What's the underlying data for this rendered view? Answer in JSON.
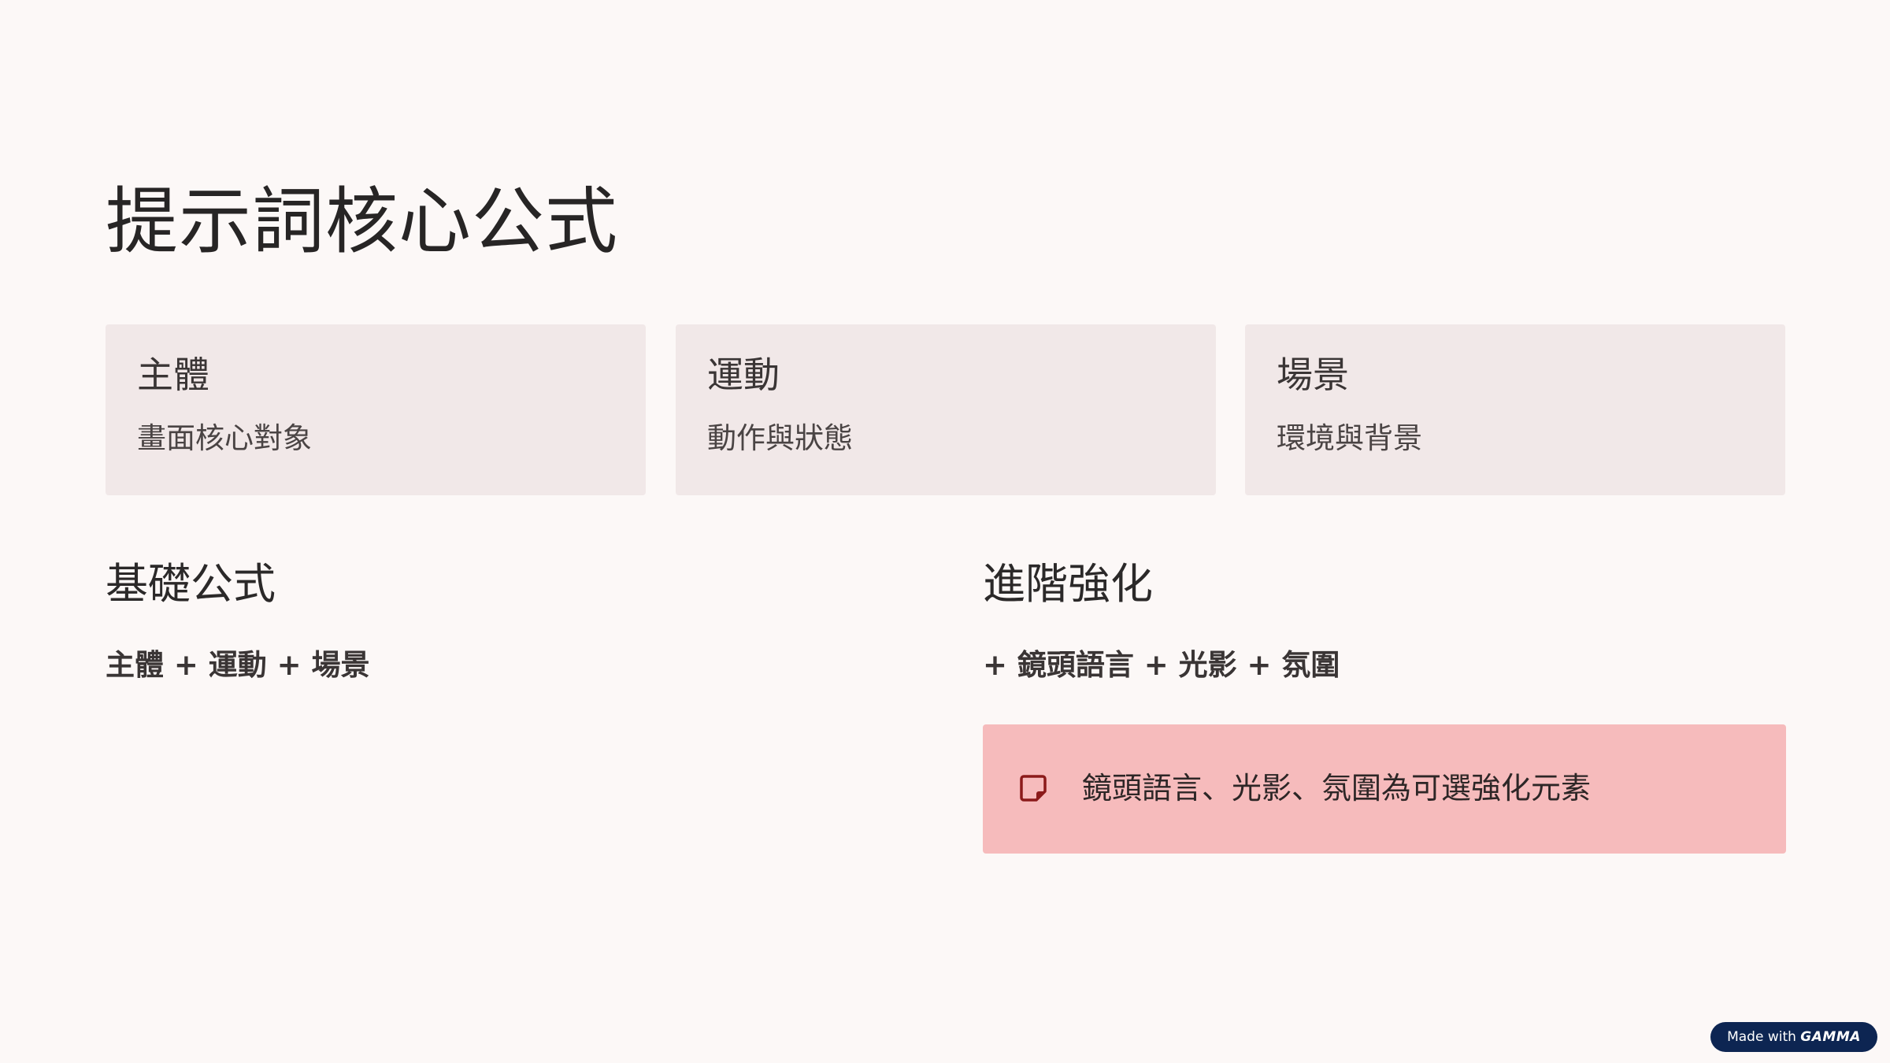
{
  "page": {
    "title": "提示詞核心公式"
  },
  "cards": [
    {
      "title": "主體",
      "description": "畫面核心對象"
    },
    {
      "title": "運動",
      "description": "動作與狀態"
    },
    {
      "title": "場景",
      "description": "環境與背景"
    }
  ],
  "basic": {
    "heading": "基礎公式",
    "formula": "主體 + 運動 + 場景"
  },
  "advanced": {
    "heading": "進階強化",
    "formula": "+ 鏡頭語言 + 光影 + 氛圍",
    "note": {
      "icon": "note-icon",
      "text": "鏡頭語言、光影、氛圍為可選強化元素"
    }
  },
  "badge": {
    "prefix": "Made with",
    "brand": "GAMMA"
  },
  "colors": {
    "background": "#fcf8f7",
    "card": "#f1e8e8",
    "note_background": "#f6bbbc",
    "note_icon": "#8b1a1a",
    "badge": "#0d2552"
  }
}
